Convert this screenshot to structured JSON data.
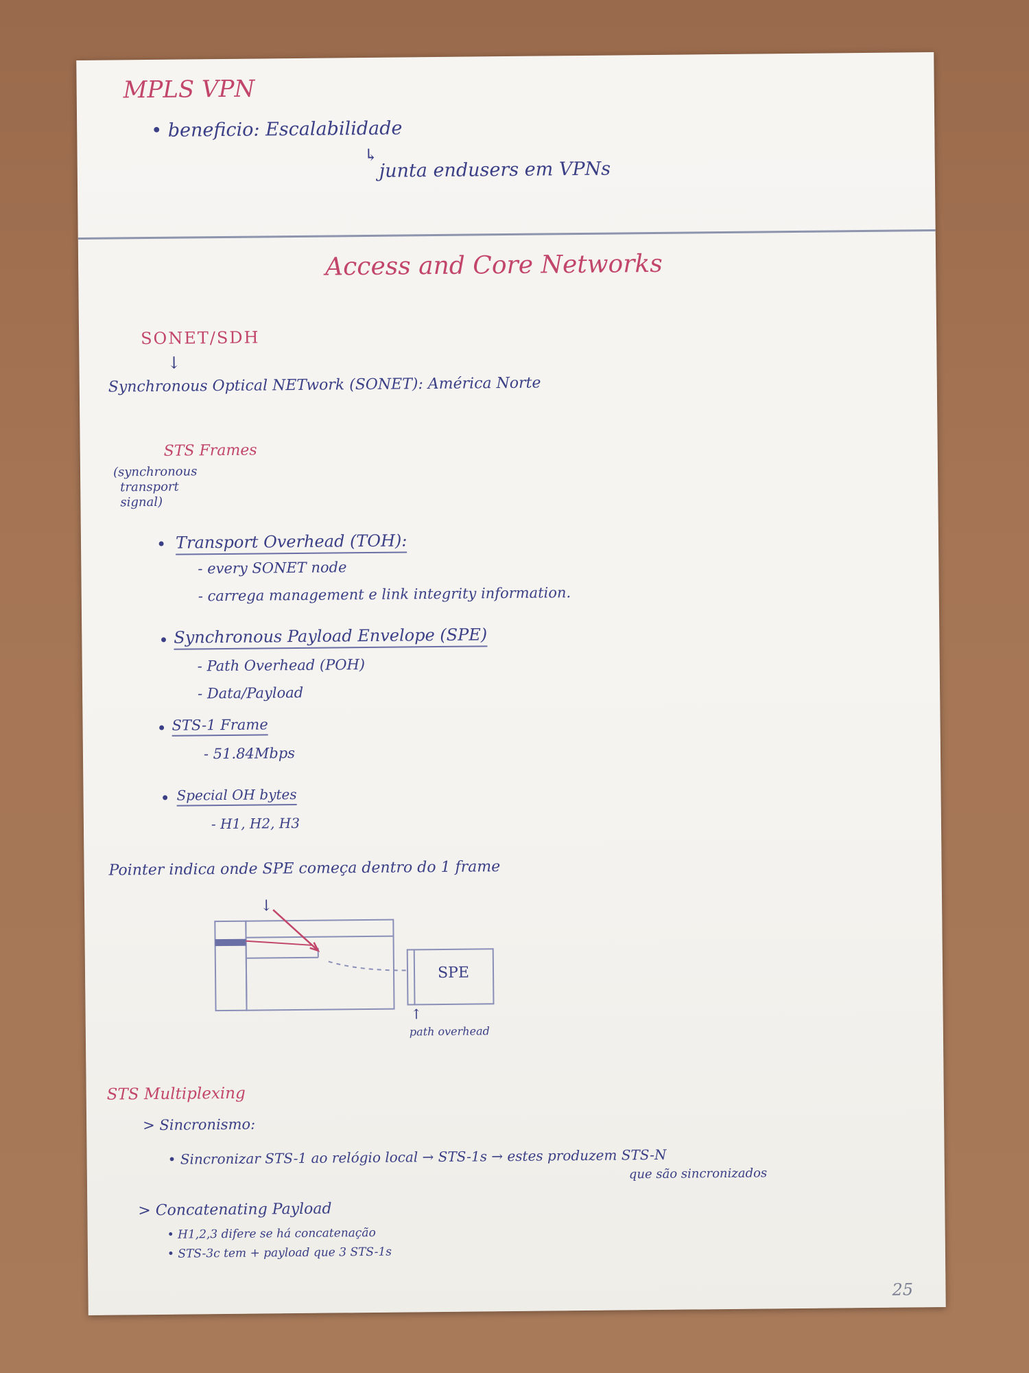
{
  "page": {
    "title": "MPLS VPN",
    "beneficio": "• beneficio: Escalabilidade",
    "beneficio_arrow": "↳",
    "beneficio_sub": "junta endusers em VPNs",
    "section_title": "Access and Core Networks",
    "sonet_heading": "SONET/SDH",
    "sonet_arrow": "↓",
    "sonet_def": "Synchronous Optical NETwork (SONET): América Norte",
    "sts_frames": "STS Frames",
    "sts_note": [
      "(synchronous",
      "transport",
      "signal)"
    ],
    "bullets": {
      "toh": "Transport Overhead (TOH):",
      "toh_items": [
        "- every SONET node",
        "- carrega management e link integrity information."
      ],
      "spe": "Synchronous Payload Envelope (SPE)",
      "spe_items": [
        "- Path Overhead (POH)",
        "- Data/Payload"
      ],
      "sts1": "STS-1 Frame",
      "sts1_items": [
        "- 51.84Mbps"
      ],
      "special": "Special OH bytes",
      "special_items": [
        "- H1, H2, H3"
      ]
    },
    "pointer_line": "Pointer indica onde SPE começa dentro do 1 frame",
    "diagram": {
      "arrow_down": "↓",
      "spe_label": "SPE",
      "path_overhead": "path overhead",
      "arrow_up": "↑"
    },
    "multiplexing": {
      "heading": "STS Multiplexing",
      "sinc": "> Sincronismo:",
      "sinc_item": "• Sincronizar STS-1 ao relógio local → STS-1s → estes produzem STS-N",
      "sinc_item2": "que são sincronizados",
      "concat": "> Concatenating Payload",
      "concat_items": [
        "• H1,2,3 difere se há concatenação",
        "• STS-3c tem + payload que 3 STS-1s"
      ]
    },
    "page_number": "25"
  }
}
